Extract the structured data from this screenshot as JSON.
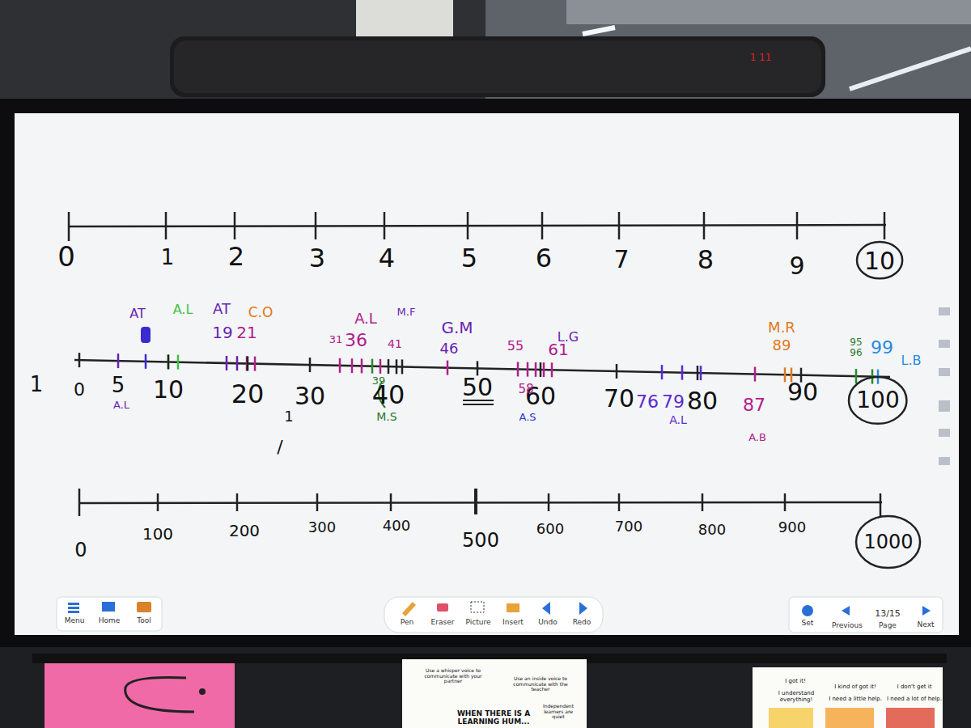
{
  "diagram": {
    "nodes": [
      {
        "text": [
          "10"
        ]
      },
      {
        "text": [
          "100"
        ]
      },
      {
        "text": [
          "1000"
        ]
      }
    ],
    "labels": [
      "0",
      "1",
      "2",
      "3",
      "4",
      "5",
      "6",
      "7",
      "8",
      "9",
      "1",
      "0",
      "5",
      "10",
      "20",
      "30",
      "40",
      "50",
      "60",
      "70",
      "80",
      "90",
      "AT",
      "A.L",
      "AT",
      "C.O",
      "19",
      "21",
      "31",
      "A.L",
      "36",
      "41",
      "M.F",
      "39",
      "M.S",
      "G.M",
      "46",
      "55",
      "58",
      "A.S",
      "L.G",
      "61",
      "76",
      "79",
      "A.L",
      "M.R",
      "89",
      "87",
      "A.B",
      "95",
      "96",
      "99",
      "L.B",
      "A.L",
      "1",
      "/",
      "0",
      "100",
      "200",
      "300",
      "400",
      "500",
      "600",
      "700",
      "800",
      "900",
      "Menu",
      "Home",
      "Tool",
      "Pen",
      "Eraser",
      "Picture",
      "Insert",
      "Undo",
      "Redo",
      "Set",
      "Previous",
      "13/15",
      "Page",
      "Next",
      "Use a whisper voice to communicate with your partner",
      "Use an inside voice to communicate with the teacher",
      "WHEN THERE IS A LEARNING HUM...",
      "Independent learners are quiet",
      "I got it!",
      "I understand everything!",
      "I kind of got it!",
      "I need a little help.",
      "I don't get it",
      "I need a lot of help.",
      "1 11"
    ]
  }
}
